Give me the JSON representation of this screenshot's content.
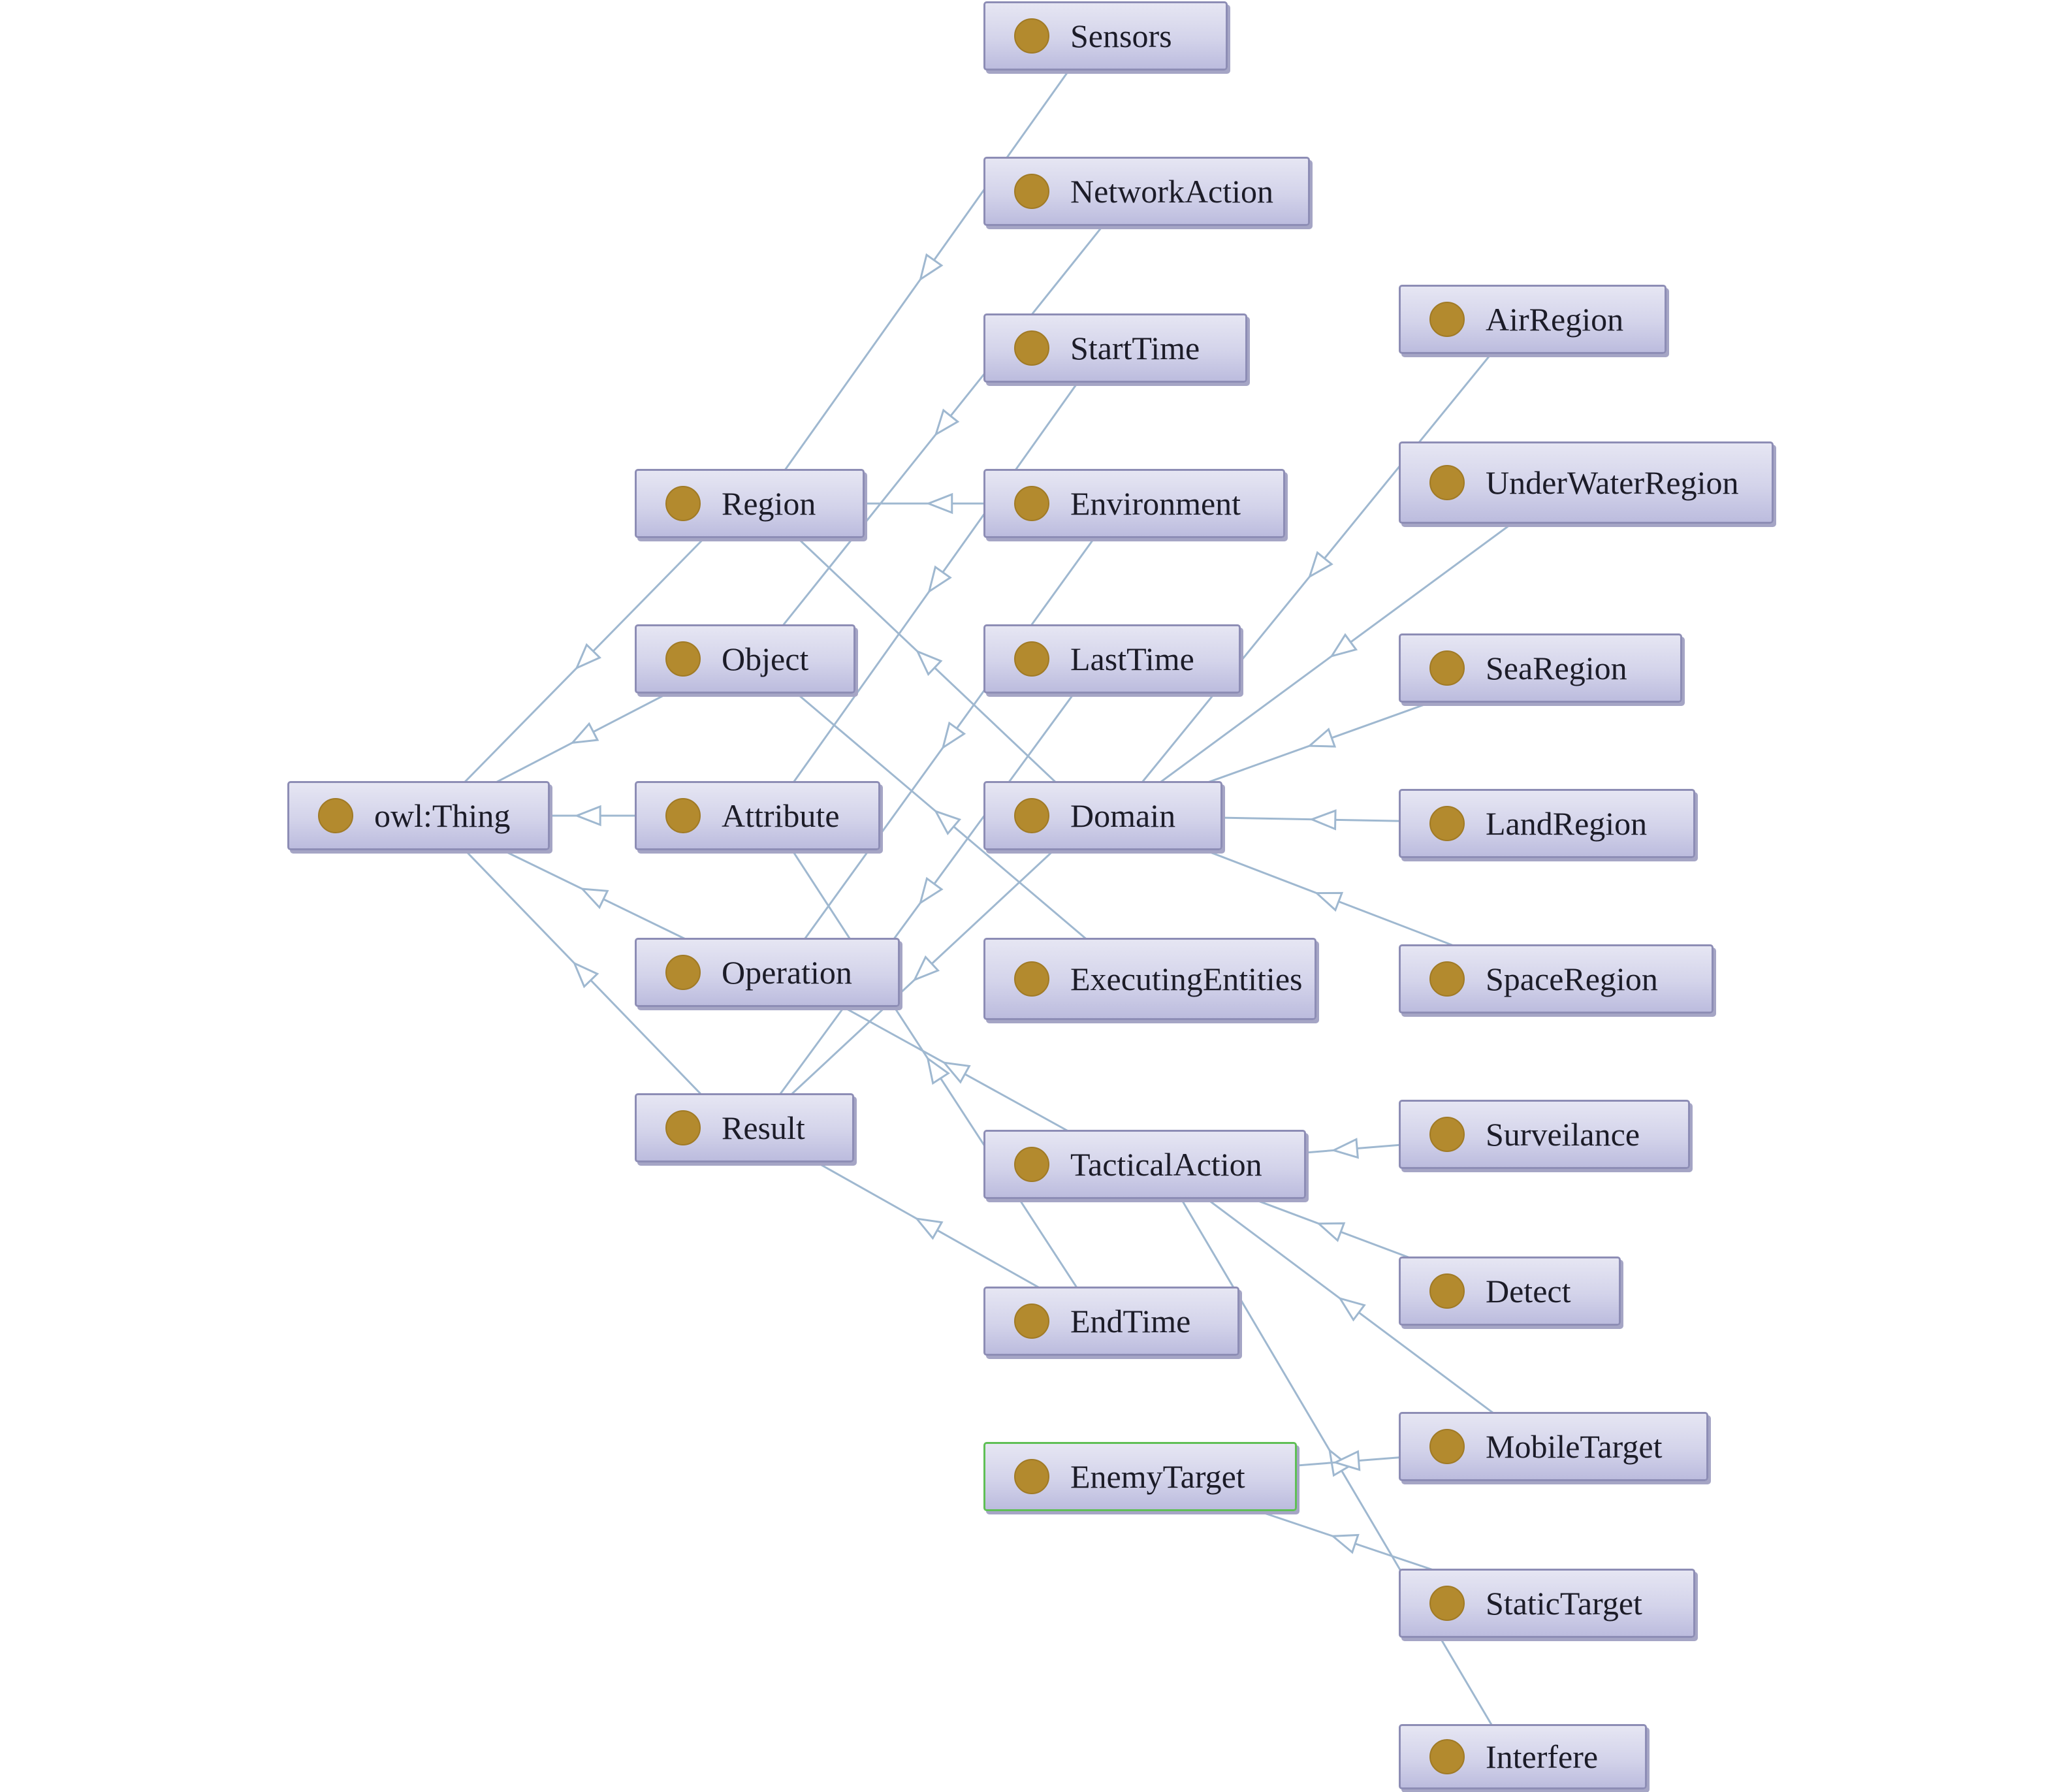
{
  "root": {
    "label": "owl:Thing"
  },
  "level1": [
    {
      "label": "Region"
    },
    {
      "label": "Object"
    },
    {
      "label": "Attribute"
    },
    {
      "label": "Operation"
    },
    {
      "label": "Result"
    }
  ],
  "level2": [
    {
      "label": "Sensors"
    },
    {
      "label": "NetworkAction"
    },
    {
      "label": "StartTime"
    },
    {
      "label": "Environment"
    },
    {
      "label": "LastTime"
    },
    {
      "label": "Domain"
    },
    {
      "label": "ExecutingEntities"
    },
    {
      "label": "TacticalAction"
    },
    {
      "label": "EndTime"
    },
    {
      "label": "EnemyTarget"
    }
  ],
  "level3": [
    {
      "label": "AirRegion"
    },
    {
      "label": "UnderWaterRegion"
    },
    {
      "label": "SeaRegion"
    },
    {
      "label": "LandRegion"
    },
    {
      "label": "SpaceRegion"
    },
    {
      "label": "Surveilance"
    },
    {
      "label": "Detect"
    },
    {
      "label": "MobileTarget"
    },
    {
      "label": "StaticTarget"
    },
    {
      "label": "Interfere"
    }
  ],
  "selected": "EnemyTarget",
  "colors": {
    "node_fill": "#d3d3ea",
    "node_border": "#8d8db5",
    "dot": "#b38a2e",
    "edge": "#9fb8d0",
    "selected_border": "#5fbf55"
  },
  "edges": [
    [
      "owl:Thing",
      "Region"
    ],
    [
      "owl:Thing",
      "Object"
    ],
    [
      "owl:Thing",
      "Attribute"
    ],
    [
      "owl:Thing",
      "Operation"
    ],
    [
      "owl:Thing",
      "Result"
    ],
    [
      "Region",
      "Sensors"
    ],
    [
      "Region",
      "Environment"
    ],
    [
      "Region",
      "Domain"
    ],
    [
      "Object",
      "NetworkAction"
    ],
    [
      "Object",
      "ExecutingEntities"
    ],
    [
      "Attribute",
      "StartTime"
    ],
    [
      "Attribute",
      "EndTime"
    ],
    [
      "Operation",
      "TacticalAction"
    ],
    [
      "Operation",
      "Environment"
    ],
    [
      "Result",
      "LastTime"
    ],
    [
      "Result",
      "Domain"
    ],
    [
      "Result",
      "EndTime"
    ],
    [
      "Domain",
      "AirRegion"
    ],
    [
      "Domain",
      "UnderWaterRegion"
    ],
    [
      "Domain",
      "SeaRegion"
    ],
    [
      "Domain",
      "LandRegion"
    ],
    [
      "Domain",
      "SpaceRegion"
    ],
    [
      "TacticalAction",
      "Surveilance"
    ],
    [
      "TacticalAction",
      "Detect"
    ],
    [
      "TacticalAction",
      "MobileTarget"
    ],
    [
      "TacticalAction",
      "Interfere"
    ],
    [
      "EnemyTarget",
      "MobileTarget"
    ],
    [
      "EnemyTarget",
      "StaticTarget"
    ]
  ]
}
